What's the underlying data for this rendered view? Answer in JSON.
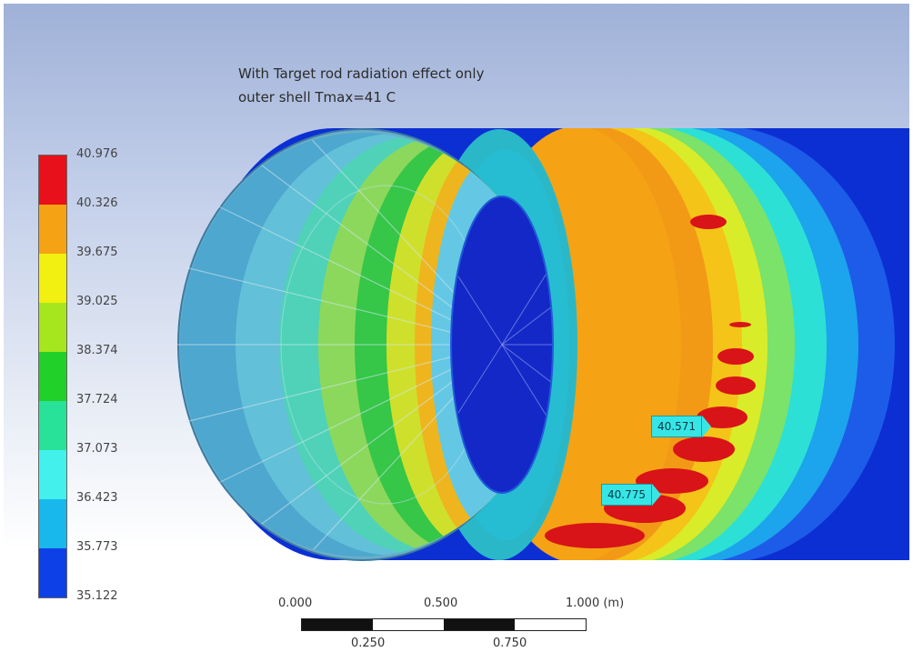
{
  "annotation": {
    "line1": "With Target rod radiation effect only",
    "line2": "outer shell Tmax=41 C"
  },
  "legend": {
    "labels": [
      "40.976",
      "40.326",
      "39.675",
      "39.025",
      "38.374",
      "37.724",
      "37.073",
      "36.423",
      "35.773",
      "35.122"
    ],
    "colors": [
      "#e8101a",
      "#f5a214",
      "#f2f010",
      "#a6e61e",
      "#22d02a",
      "#28e29a",
      "#44f0ec",
      "#19b8ec",
      "#0d40e6"
    ]
  },
  "probes": [
    {
      "value": "40.571"
    },
    {
      "value": "40.775"
    }
  ],
  "scale": {
    "top_labels": [
      "0.000",
      "0.500",
      "1.000 (m)"
    ],
    "bottom_labels": [
      "0.250",
      "0.750"
    ]
  }
}
